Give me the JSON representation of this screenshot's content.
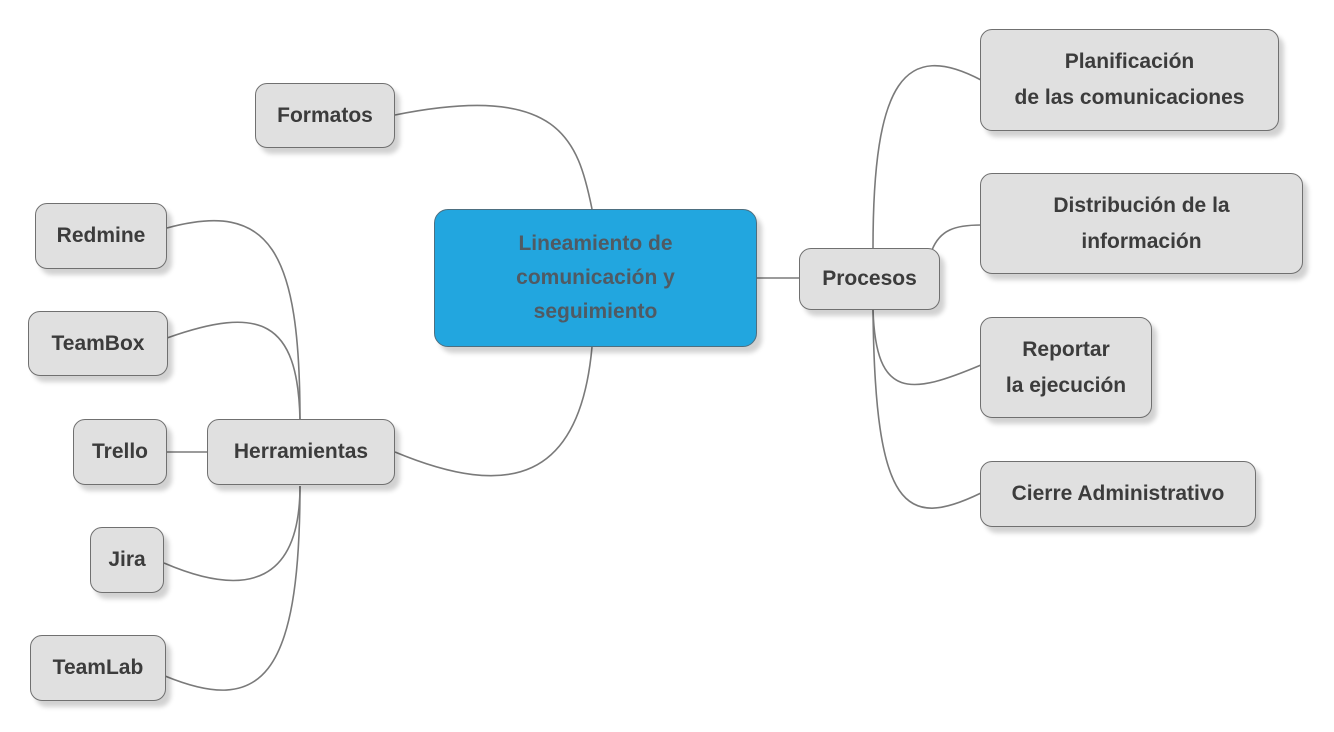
{
  "colors": {
    "central_fill": "#22a6df",
    "node_fill": "#e0e0e0",
    "node_border": "#707070",
    "text": "#3c3c3c",
    "connector": "#7a7a7a"
  },
  "central": {
    "label": "Lineamiento de\ncomunicación y\nseguimiento"
  },
  "branches": {
    "formatos": {
      "label": "Formatos"
    },
    "herramientas": {
      "label": "Herramientas",
      "children": [
        {
          "label": "Redmine"
        },
        {
          "label": "TeamBox"
        },
        {
          "label": "Trello"
        },
        {
          "label": "Jira"
        },
        {
          "label": "TeamLab"
        }
      ]
    },
    "procesos": {
      "label": "Procesos",
      "children": [
        {
          "label": "Planificación\nde las comunicaciones"
        },
        {
          "label": "Distribución de la\ninformación"
        },
        {
          "label": "Reportar\nla ejecución"
        },
        {
          "label": "Cierre Administrativo"
        }
      ]
    }
  }
}
